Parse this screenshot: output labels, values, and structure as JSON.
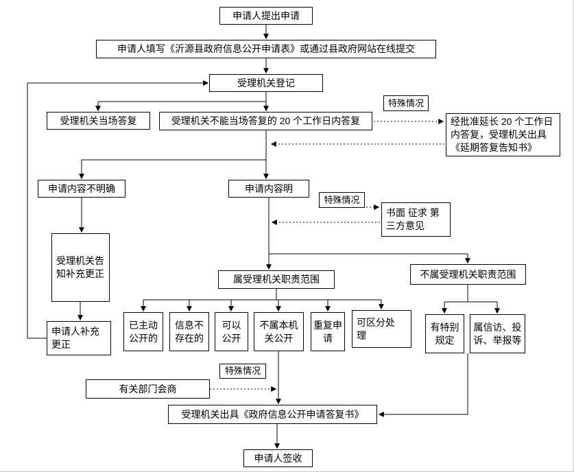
{
  "diagram": {
    "nodes": {
      "submit": {
        "label": "申请人提出申请"
      },
      "fill_form": {
        "label": "申请人填写《沂源县政府信息公开申请表》或通过县政府网站在线提交"
      },
      "register": {
        "label": "受理机关登记"
      },
      "onspot_reply": {
        "label": "受理机关当场答复"
      },
      "delayed_reply": {
        "label": "受理机关不能当场答复的 20 个工作日内答复"
      },
      "special_case_1": {
        "label": "特殊情况"
      },
      "extension_notice": {
        "label": "经批准延长 20 个工作日内答复，受理机关出具《延期答复告知书》"
      },
      "content_unclear": {
        "label": "申请内容不明确"
      },
      "content_clear": {
        "label": "申请内容明"
      },
      "special_case_2": {
        "label": "特殊情况"
      },
      "third_party_opinion": {
        "label": "书面 征求 第三方意见"
      },
      "notify_supplement": {
        "label": "受理机关告知补充更正"
      },
      "applicant_supplement": {
        "label": "申请人补充更正"
      },
      "in_scope": {
        "label": "属受理机关职责范围"
      },
      "out_of_scope": {
        "label": "不属受理机关职责范围"
      },
      "already_published": {
        "label": "已主动公开的"
      },
      "info_not_exist": {
        "label": "信息不存在的"
      },
      "can_publish": {
        "label": "可以公开"
      },
      "other_agency": {
        "label": "不属本机关公开"
      },
      "repeated_request": {
        "label": "重复申请"
      },
      "separable": {
        "label": "可区分处理"
      },
      "special_provisions": {
        "label": "有特别规定"
      },
      "petition_complaint": {
        "label": "属信访、投诉、举报等"
      },
      "special_case_3": {
        "label": "特殊情况"
      },
      "dept_consultation": {
        "label": "有关部门会商"
      },
      "reply_document": {
        "label": "受理机关出具《政府信息公开申请答复书》"
      },
      "sign_receipt": {
        "label": "申请人签收"
      }
    }
  }
}
